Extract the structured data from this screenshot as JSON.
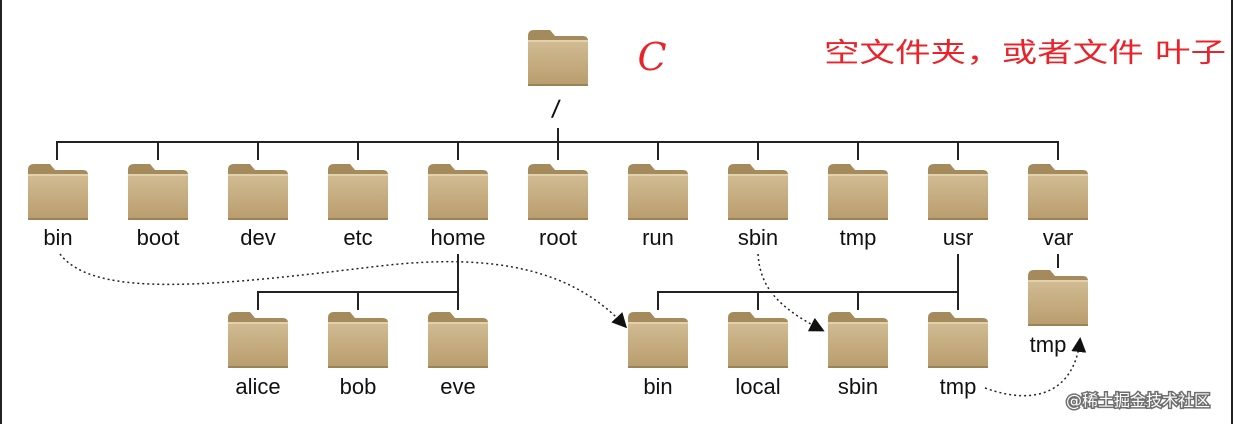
{
  "root": {
    "label": "/"
  },
  "annotation": {
    "mark": "C",
    "note": "空文件夹，或者文件 叶子"
  },
  "level1": [
    "bin",
    "boot",
    "dev",
    "etc",
    "home",
    "root",
    "run",
    "sbin",
    "tmp",
    "usr",
    "var"
  ],
  "home_children": [
    "alice",
    "bob",
    "eve"
  ],
  "usr_children": [
    "bin",
    "local",
    "sbin",
    "tmp"
  ],
  "var_children": [
    "tmp"
  ],
  "watermark": "@稀土掘金技术社区",
  "colors": {
    "folder_body": "#c5ad82",
    "folder_tab": "#b49a6e",
    "ink": "#222222",
    "annotation": "#e8242a"
  }
}
